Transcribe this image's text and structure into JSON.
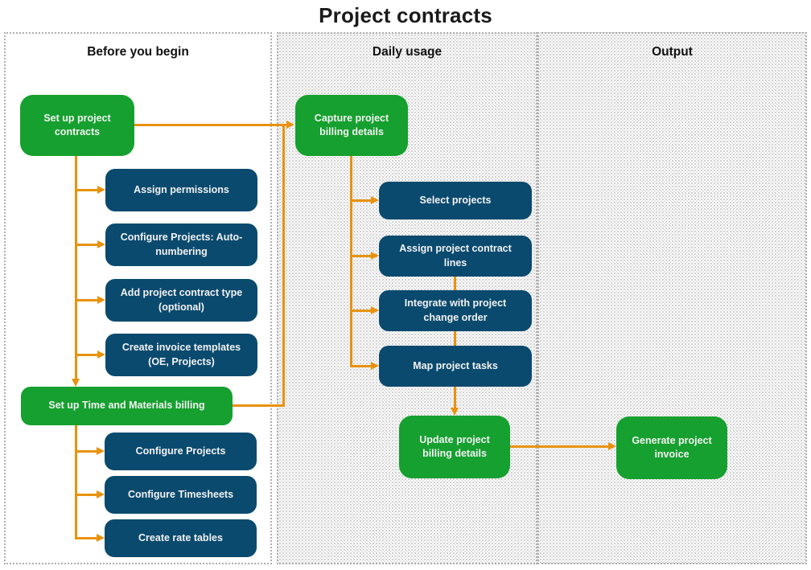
{
  "title": "Project contracts",
  "columns": {
    "before": {
      "header": "Before you begin"
    },
    "daily": {
      "header": "Daily usage"
    },
    "output": {
      "header": "Output"
    }
  },
  "nodes": {
    "set_up_project_contracts": {
      "label": "Set up project contracts",
      "type": "green",
      "column": "before"
    },
    "assign_permissions": {
      "label": "Assign permissions",
      "type": "blue",
      "column": "before"
    },
    "configure_projects_auto_numbering": {
      "label": "Configure Projects: Auto-numbering",
      "type": "blue",
      "column": "before"
    },
    "add_project_contract_type": {
      "label": "Add project contract type (optional)",
      "type": "blue",
      "column": "before"
    },
    "create_invoice_templates": {
      "label": "Create invoice templates (OE, Projects)",
      "type": "blue",
      "column": "before"
    },
    "set_up_time_and_materials_billing": {
      "label": "Set up Time and Materials billing",
      "type": "green",
      "column": "before"
    },
    "configure_projects": {
      "label": "Configure Projects",
      "type": "blue",
      "column": "before"
    },
    "configure_timesheets": {
      "label": "Configure Timesheets",
      "type": "blue",
      "column": "before"
    },
    "create_rate_tables": {
      "label": "Create rate tables",
      "type": "blue",
      "column": "before"
    },
    "capture_project_billing_details": {
      "label": "Capture project billing details",
      "type": "green",
      "column": "daily"
    },
    "select_projects": {
      "label": "Select projects",
      "type": "blue",
      "column": "daily"
    },
    "assign_project_contract_lines": {
      "label": "Assign project contract lines",
      "type": "blue",
      "column": "daily"
    },
    "integrate_with_project_change_order": {
      "label": "Integrate with project change order",
      "type": "blue",
      "column": "daily"
    },
    "map_project_tasks": {
      "label": "Map project tasks",
      "type": "blue",
      "column": "daily"
    },
    "update_project_billing_details": {
      "label": "Update project billing details",
      "type": "green",
      "column": "daily"
    },
    "generate_project_invoice": {
      "label": "Generate project invoice",
      "type": "green",
      "column": "output"
    }
  },
  "edges": [
    {
      "from": "set_up_project_contracts",
      "to": "capture_project_billing_details"
    },
    {
      "from": "set_up_project_contracts",
      "to": "assign_permissions"
    },
    {
      "from": "set_up_project_contracts",
      "to": "configure_projects_auto_numbering"
    },
    {
      "from": "set_up_project_contracts",
      "to": "add_project_contract_type"
    },
    {
      "from": "set_up_project_contracts",
      "to": "create_invoice_templates"
    },
    {
      "from": "set_up_project_contracts",
      "to": "set_up_time_and_materials_billing"
    },
    {
      "from": "set_up_time_and_materials_billing",
      "to": "capture_project_billing_details"
    },
    {
      "from": "set_up_time_and_materials_billing",
      "to": "configure_projects"
    },
    {
      "from": "set_up_time_and_materials_billing",
      "to": "configure_timesheets"
    },
    {
      "from": "set_up_time_and_materials_billing",
      "to": "create_rate_tables"
    },
    {
      "from": "capture_project_billing_details",
      "to": "select_projects"
    },
    {
      "from": "capture_project_billing_details",
      "to": "assign_project_contract_lines"
    },
    {
      "from": "capture_project_billing_details",
      "to": "integrate_with_project_change_order"
    },
    {
      "from": "capture_project_billing_details",
      "to": "map_project_tasks"
    },
    {
      "from": "assign_project_contract_lines",
      "to": "integrate_with_project_change_order"
    },
    {
      "from": "integrate_with_project_change_order",
      "to": "map_project_tasks"
    },
    {
      "from": "map_project_tasks",
      "to": "update_project_billing_details"
    },
    {
      "from": "update_project_billing_details",
      "to": "generate_project_invoice"
    }
  ],
  "colors": {
    "node_green": "#16a02f",
    "node_blue": "#0a4a6e",
    "arrow_orange": "#e8920e",
    "column_border": "#aeaeae",
    "title_text": "#1a1a1a",
    "node_text": "#f2f2f2"
  }
}
